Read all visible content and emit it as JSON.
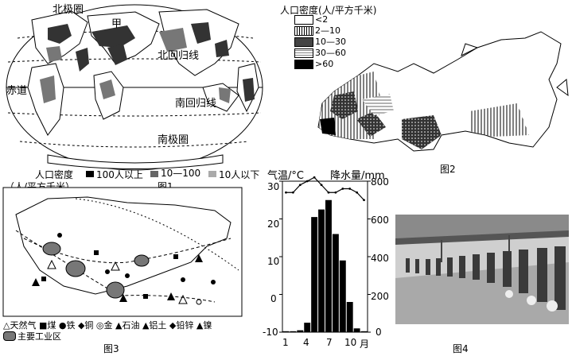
{
  "fig1": {
    "labels": {
      "arctic": "北极圈",
      "jia": "甲",
      "tropic_n": "北回归线",
      "equator": "赤道",
      "tropic_s": "南回归线",
      "antarctic": "南极圈"
    },
    "legend": {
      "title": "人口密度",
      "unit": "（人/平方千米）",
      "items": [
        "100人以上",
        "10—100",
        "10人以下"
      ]
    },
    "caption": "图1"
  },
  "fig2": {
    "legend_title": "人口密度(人/平方千米)",
    "classes": [
      "<2",
      "2—10",
      "10—30",
      "30—60",
      ">60"
    ],
    "caption": "图2"
  },
  "fig3": {
    "legend_line1": "△天然气 ■煤 ●铁 ◆铜 ◎金 ▲石油 ▲铝土 ◆铅锌 ▲镍",
    "legend_line2": "主要工业区",
    "caption": "图3"
  },
  "fig_climate": {
    "temp_label": "气温/°C",
    "precip_label": "降水量/mm",
    "month_unit": "月",
    "temp_ticks": [
      "30",
      "20",
      "10",
      "0",
      "-10"
    ],
    "precip_ticks": [
      "800",
      "600",
      "400",
      "200",
      "0"
    ],
    "month_ticks": [
      "1",
      "4",
      "7",
      "10"
    ]
  },
  "chart_data": {
    "type": "bar",
    "title": "",
    "categories": [
      "1",
      "2",
      "3",
      "4",
      "5",
      "6",
      "7",
      "8",
      "9",
      "10",
      "11",
      "12"
    ],
    "series": [
      {
        "values": [
          5,
          5,
          10,
          50,
          610,
          650,
          700,
          520,
          380,
          160,
          20,
          5
        ]
      },
      {
        "values": [
          27,
          27,
          29,
          30,
          31,
          29,
          27,
          27,
          28,
          28,
          27,
          25
        ]
      }
    ],
    "xlabel": "月",
    "ylabel_left": "气温/°C",
    "ylim_left": [
      -10,
      30
    ],
    "ylabel_right": "降水量/mm",
    "ylim_right": [
      0,
      800
    ]
  },
  "fig4": {
    "caption": "图4"
  }
}
